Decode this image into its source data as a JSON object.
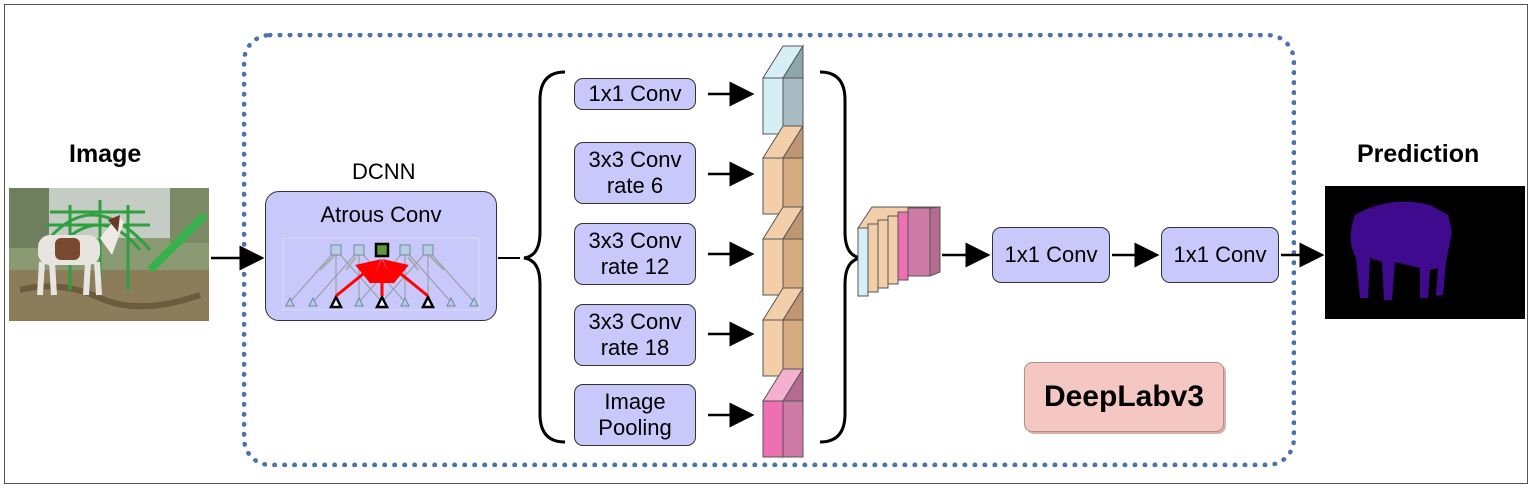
{
  "labels": {
    "image": "Image",
    "prediction": "Prediction",
    "dcnn": "DCNN",
    "atrous_conv": "Atrous Conv",
    "model_name": "DeepLabv3"
  },
  "aspp_branches": [
    {
      "label": "1x1 Conv",
      "color": "#a9bcc4"
    },
    {
      "label": "3x3 Conv\nrate 6",
      "color": "#d4aa7f"
    },
    {
      "label": "3x3 Conv\nrate 12",
      "color": "#d4aa7f"
    },
    {
      "label": "3x3 Conv\nrate 18",
      "color": "#d4aa7f"
    },
    {
      "label": "Image\nPooling",
      "color": "#cd7aa5"
    }
  ],
  "post_convs": [
    {
      "label": "1x1 Conv"
    },
    {
      "label": "1x1 Conv"
    }
  ],
  "colors": {
    "box_fill": "#c8c8fa",
    "dotted_border": "#4a72ad",
    "deeplab_fill": "#f4c7c3",
    "prediction_mask": "#3f0a8e",
    "highlight_arrow": "#ff0000"
  }
}
